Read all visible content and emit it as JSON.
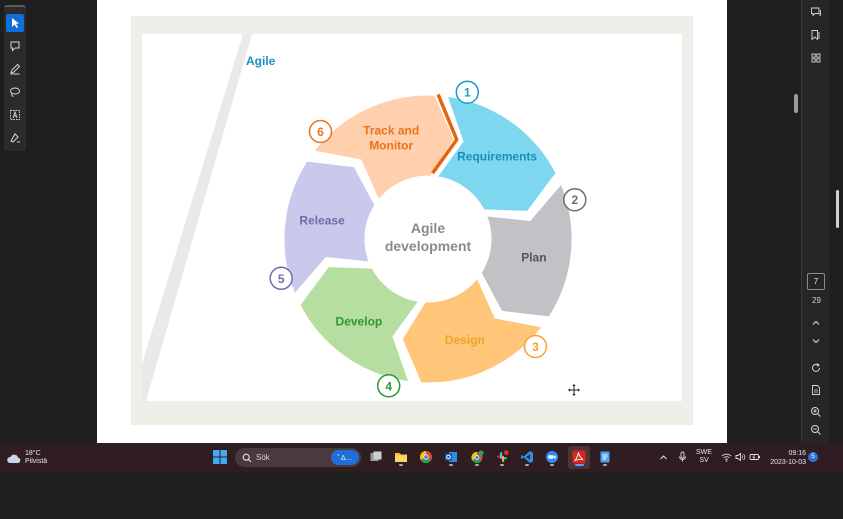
{
  "left_tools": {
    "icons": [
      "select-cursor-icon",
      "add-comment-icon",
      "draw-pen-icon",
      "lasso-icon",
      "text-box-icon",
      "fill-sign-icon"
    ]
  },
  "slide": {
    "heading": "Agile",
    "center_line1": "Agile",
    "center_line2": "development",
    "segments": [
      {
        "number": "1",
        "line1": "Requirements",
        "line2": "",
        "fill": "#7dd8ef",
        "text_color": "#1a8fb8",
        "circle_color": "#1a9ac4"
      },
      {
        "number": "2",
        "line1": "Plan",
        "line2": "",
        "fill": "#c2c2c6",
        "text_color": "#555555",
        "circle_color": "#6d6d6d"
      },
      {
        "number": "3",
        "line1": "Design",
        "line2": "",
        "fill": "#ffc578",
        "text_color": "#f2a32a",
        "circle_color": "#f2a32a"
      },
      {
        "number": "4",
        "line1": "Develop",
        "line2": "",
        "fill": "#b6dea0",
        "text_color": "#2a9a33",
        "circle_color": "#2a9a33"
      },
      {
        "number": "5",
        "line1": "Release",
        "line2": "",
        "fill": "#c9c9ec",
        "text_color": "#6d6dad",
        "circle_color": "#6d6dad"
      },
      {
        "number": "6",
        "line1": "Track and",
        "line2": "Monitor",
        "fill": "#ffcfae",
        "text_color": "#e8741d",
        "circle_color": "#e8741d"
      }
    ],
    "accent_orange": "#e8630f"
  },
  "right_bar": {
    "icons": [
      "comments-panel-icon",
      "bookmark-icon",
      "thumbnails-icon"
    ],
    "page_number": "7",
    "page_total": "29",
    "nav_icons": [
      "chevron-up-icon",
      "chevron-down-icon",
      "rotate-icon",
      "page-view-icon",
      "zoom-in-icon",
      "zoom-out-icon"
    ]
  },
  "taskbar": {
    "weather_temp": "18°C",
    "weather_desc": "Pilvistä",
    "search_placeholder": "Sök",
    "search_pill": "ﾟ∆…",
    "apps": [
      "file-explorer-icon",
      "chrome-icon",
      "outlook-icon",
      "chrome-profile-icon",
      "slack-icon",
      "vscode-icon",
      "zoom-icon",
      "acrobat-icon",
      "notepad-icon"
    ],
    "tray_lang_1": "SWE",
    "tray_lang_2": "SV",
    "time": "09:16",
    "date": "2023-10-03",
    "notifications": "5"
  }
}
